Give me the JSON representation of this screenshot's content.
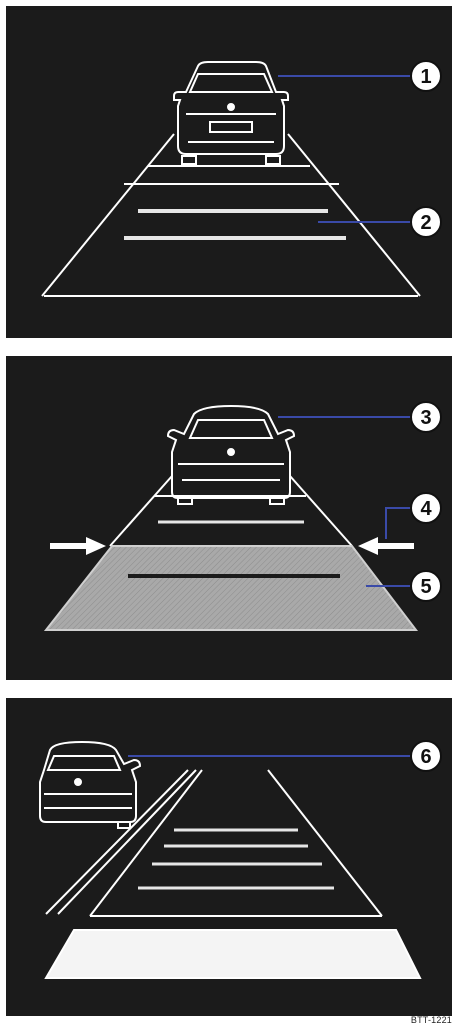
{
  "callouts": [
    "1",
    "2",
    "3",
    "4",
    "5",
    "6"
  ],
  "reference_code": "BTT-1221",
  "colors": {
    "panel_background": "#1b1b1b",
    "line": "#ffffff",
    "callout_leader": "#3a4aa8",
    "callout_fill": "#ffffff",
    "hatched_area": "#a9a9a9"
  },
  "icons": {
    "front_vehicle": "car-rear-icon",
    "lane_marking": "dashed-lane-lines",
    "lane_width_arrow": "arrow-icon",
    "side_vehicle": "car-rear-left-icon"
  }
}
